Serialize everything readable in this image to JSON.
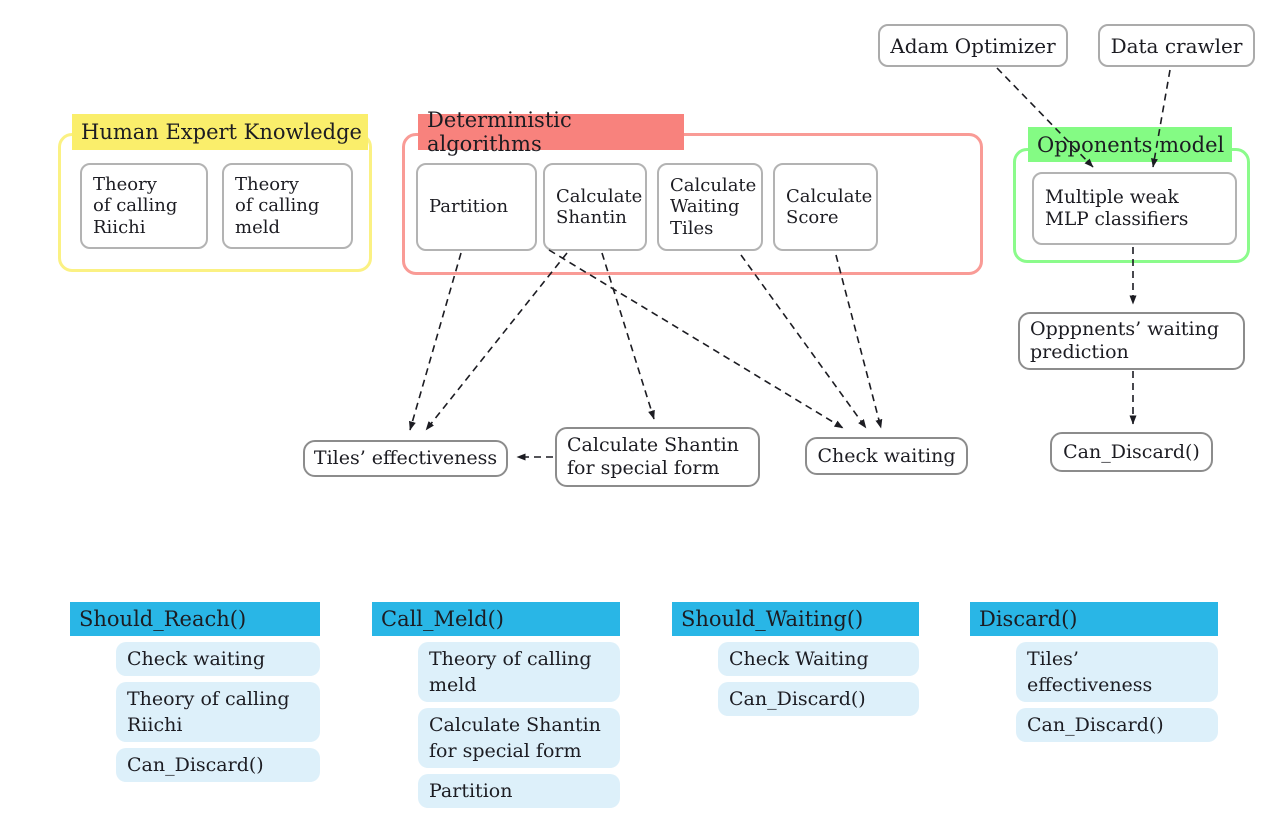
{
  "colors": {
    "yellow-fill": "#FAEE6B",
    "yellow-border": "#FBF183",
    "red-fill": "#F8827D",
    "red-border": "#F99B96",
    "green-fill": "#84FB84",
    "green-border": "#8BFB8B",
    "cyan-header": "#29B6E6",
    "item-bg": "#DDF0FA",
    "box-border": "#B3B3B3",
    "node-border": "#8C8C8C",
    "arrow": "#1C1C22",
    "text": "#1C1C22"
  },
  "top_right": {
    "adam": "Adam Optimizer",
    "crawler": "Data crawler"
  },
  "groups": {
    "human": {
      "title": "Human Expert Knowledge",
      "riichi": "Theory\nof calling\nRiichi",
      "meld": "Theory\nof calling\nmeld"
    },
    "deterministic": {
      "title": "Deterministic algorithms",
      "partition": "Partition",
      "shantin": "Calculate\nShantin",
      "waiting_tiles": "Calculate\nWaiting\nTiles",
      "score": "Calculate\nScore"
    },
    "opponents": {
      "title": "Opponents model",
      "mlp": "Multiple weak\nMLP classifiers"
    }
  },
  "nodes": {
    "tiles_effectiveness": "Tiles’ effectiveness",
    "shantin_special": "Calculate Shantin\nfor special form",
    "check_waiting": "Check waiting",
    "waiting_prediction": "Opppnents’ waiting\nprediction",
    "can_discard": "Can_Discard()"
  },
  "api_lists": [
    {
      "header": "Should_Reach()",
      "items": [
        "Check waiting",
        "Theory of calling\nRiichi",
        "Can_Discard()"
      ]
    },
    {
      "header": "Call_Meld()",
      "items": [
        "Theory of calling\nmeld",
        "Calculate Shantin\nfor special form",
        "Partition"
      ]
    },
    {
      "header": "Should_Waiting()",
      "items": [
        "Check Waiting",
        "Can_Discard()"
      ]
    },
    {
      "header": "Discard()",
      "items": [
        "Tiles’ effectiveness",
        "Can_Discard()"
      ]
    }
  ]
}
